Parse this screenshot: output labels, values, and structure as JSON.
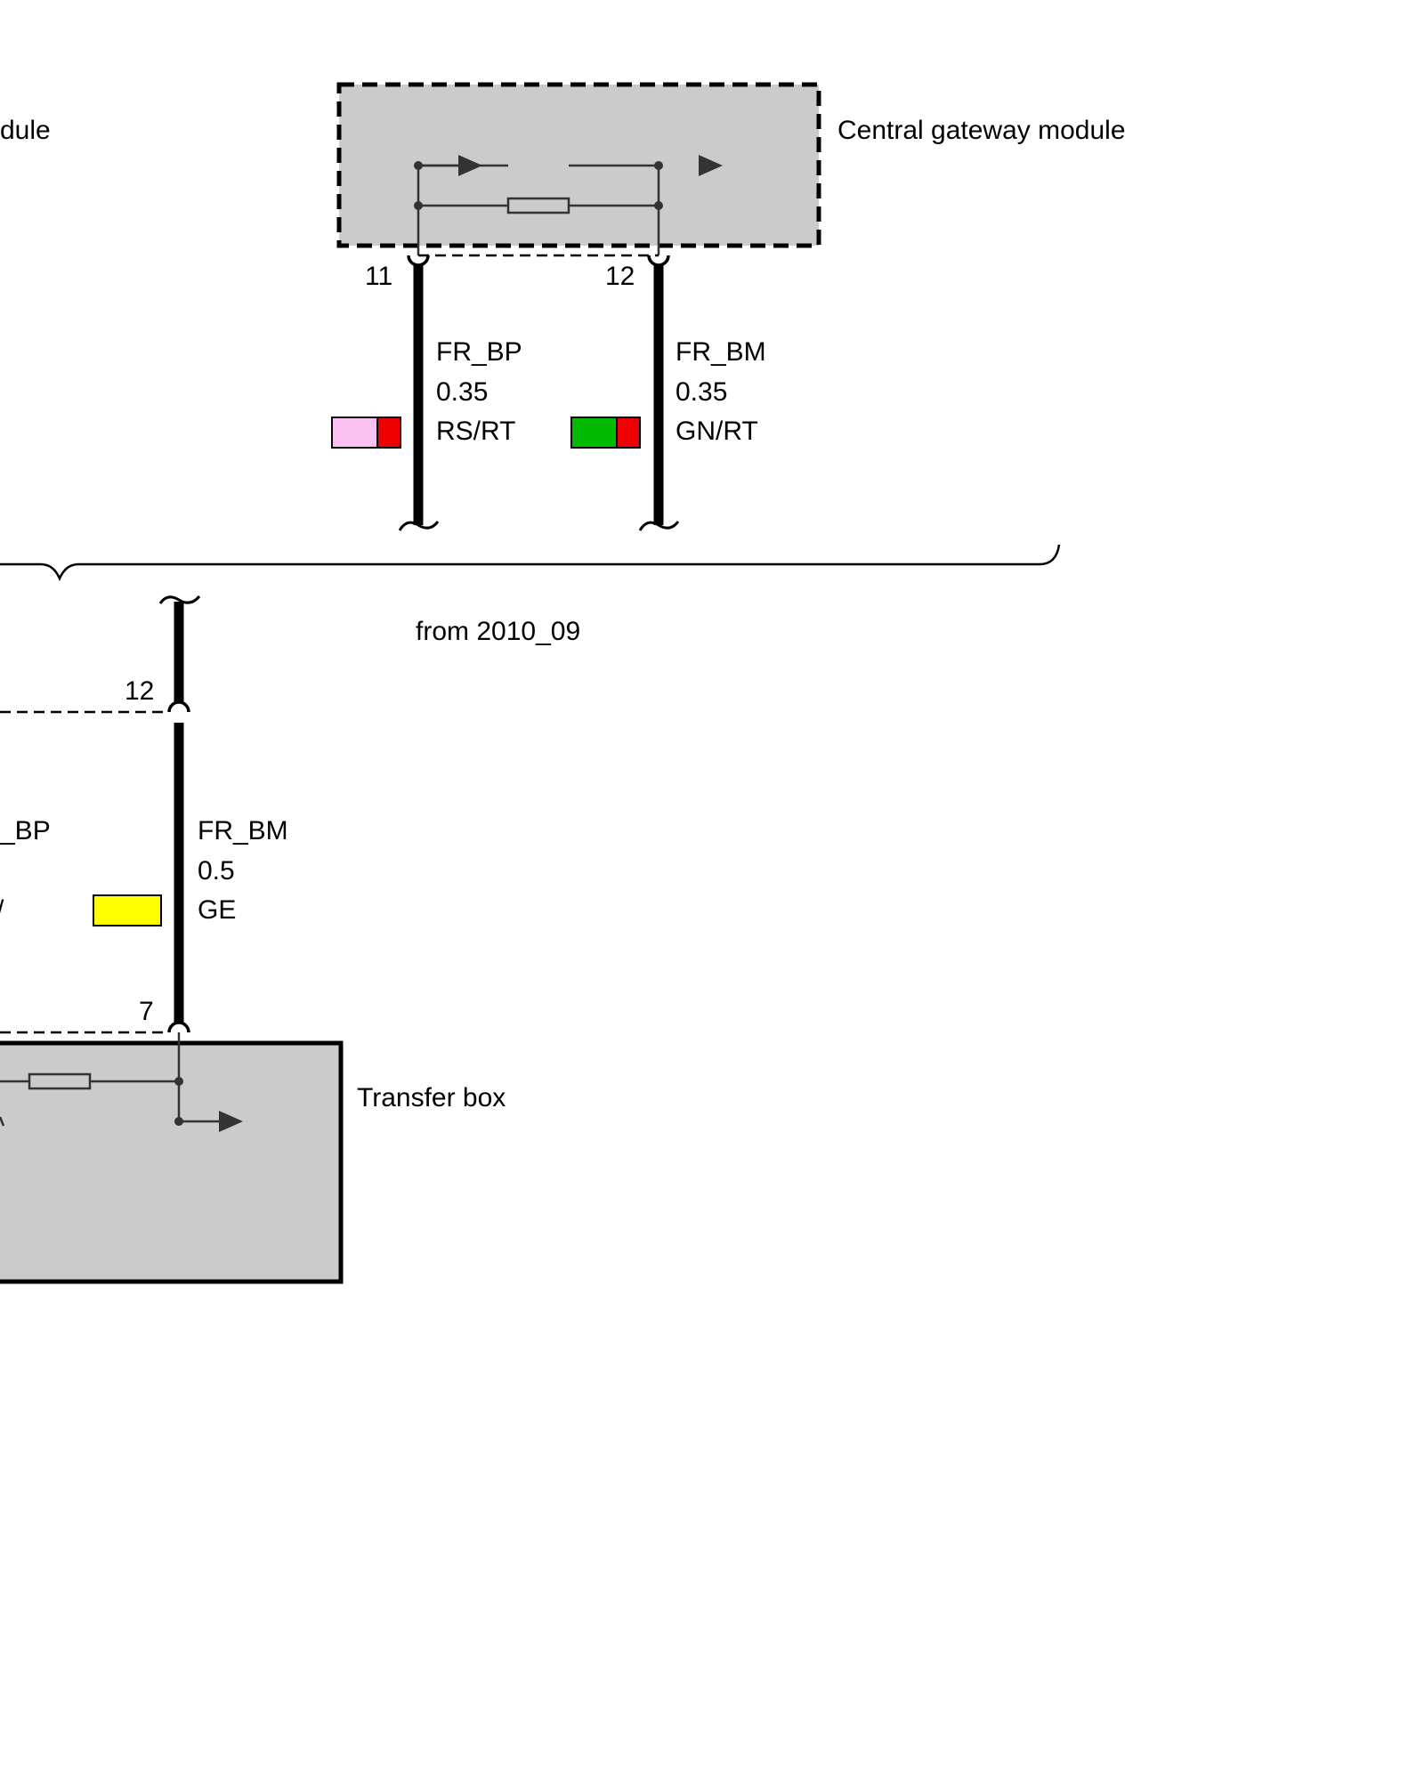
{
  "colors": {
    "module_fill": "#cbcbcb",
    "wire": "#000000",
    "rs": "#f9c2f0",
    "rt": "#ee0000",
    "gn": "#00bb00",
    "ge": "#ffff00"
  },
  "modules": {
    "left_partial": {
      "label": "dule"
    },
    "central_gateway": {
      "label": "Central gateway module"
    },
    "transfer_box": {
      "label": "Transfer box"
    }
  },
  "pins": {
    "cgm_left": "11",
    "cgm_right": "12",
    "tb_top": "12",
    "tb_bottom": "7"
  },
  "wires": {
    "cgm_11": {
      "signal": "FR_BP",
      "size": "0.35",
      "color": "RS/RT",
      "swatch": [
        "rs",
        "rt"
      ]
    },
    "cgm_12": {
      "signal": "FR_BM",
      "size": "0.35",
      "color": "GN/RT",
      "swatch": [
        "gn",
        "rt"
      ]
    },
    "tb_left_partial": {
      "signal": "_BP",
      "color": "/"
    },
    "tb_right": {
      "signal": "FR_BM",
      "size": "0.5",
      "color": "GE",
      "swatch": [
        "ge"
      ]
    }
  },
  "variant": {
    "label": "from 2010_09"
  }
}
